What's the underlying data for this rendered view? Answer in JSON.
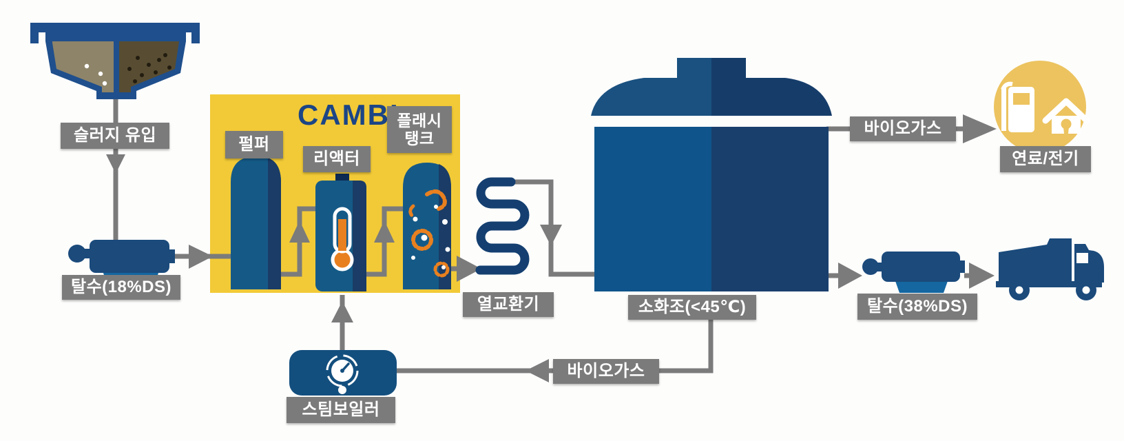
{
  "diagram": {
    "brand": "CAMBI",
    "labels": {
      "sludge_in": "슬러지 유입",
      "dewatering_in": "탈수(18%DS)",
      "pulper": "펄퍼",
      "reactor": "리액터",
      "flash_tank_line1": "플래시",
      "flash_tank_line2": "탱크",
      "heat_exchanger": "열교환기",
      "digester": "소화조(<45℃)",
      "biogas_top": "바이오가스",
      "fuel_electric": "연료/전기",
      "dewatering_out": "탈수(38%DS)",
      "biogas_bottom": "바이오가스",
      "steam_boiler": "스팀보일러"
    },
    "icons": {
      "clarifier": "settling-tank-icon",
      "pump_in": "dewatering-pump-icon",
      "pulper": "pulper-vessel-icon",
      "reactor": "reactor-vessel-icon",
      "thermometer": "thermometer-icon",
      "flash_tank": "flash-tank-vessel-icon",
      "microbes": "microbes-icon",
      "coil": "heat-exchanger-coil-icon",
      "digester": "digester-tank-icon",
      "boiler": "steam-boiler-icon",
      "gauge": "pressure-gauge-icon",
      "fuel_pump": "fuel-pump-icon",
      "house": "house-icon",
      "pump_out": "dewatering-pump-icon",
      "truck": "dump-truck-icon"
    },
    "colors": {
      "navy": "#1b4a7b",
      "navy_dark": "#1a3c66",
      "blue_light": "#155a87",
      "yellow_box": "#f2ca37",
      "yellow_circle": "#ecc35f",
      "gray": "#7b7b7b",
      "orange": "#e8801f"
    }
  }
}
